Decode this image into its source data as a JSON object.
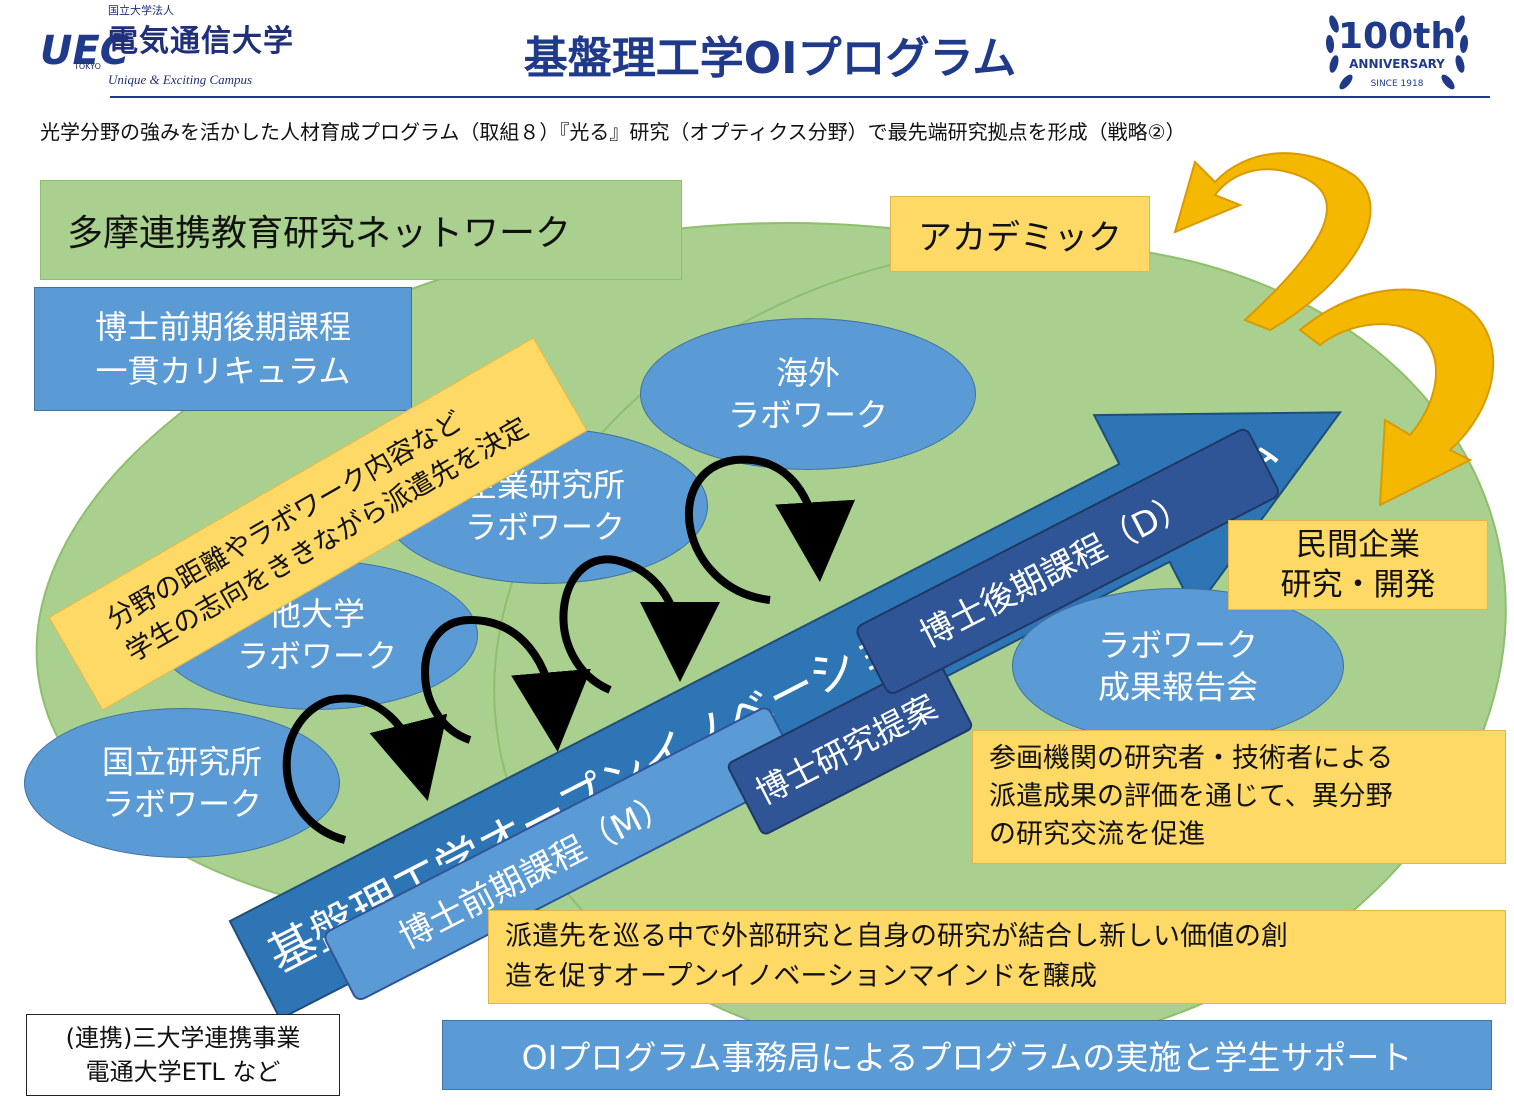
{
  "header": {
    "logo_uec": "UEC",
    "logo_tokyo": "TOKYO",
    "logo_corporation": "国立大学法人",
    "logo_university": "電気通信大学",
    "logo_tagline": "Unique & Exciting Campus",
    "title": "基盤理工学OIプログラム",
    "anniversary_number": "100th",
    "anniversary_label": "ANNIVERSARY",
    "anniversary_since": "SINCE 1918"
  },
  "subtitle": "光学分野の強みを活かした人材育成プログラム（取組８）『光る』研究（オプティクス分野）で最先端研究拠点を形成（戦略②）",
  "network_box": "多摩連携教育研究ネットワーク",
  "curriculum_box": {
    "line1": "博士前期後期課程",
    "line2": "一貫カリキュラム"
  },
  "decision_box": {
    "line1": "分野の距離やラボワーク内容など",
    "line2": "学生の志向をききながら派遣先を決定"
  },
  "labwork_ovals": {
    "overseas": {
      "line1": "海外",
      "line2": "ラボワーク"
    },
    "company": {
      "line1": "企業研究所",
      "line2": "ラボワーク"
    },
    "other_univ": {
      "line1": "他大学",
      "line2": "ラボワーク"
    },
    "national": {
      "line1": "国立研究所",
      "line2": "ラボワーク"
    },
    "report": {
      "line1": "ラボワーク",
      "line2": "成果報告会"
    }
  },
  "big_arrow": {
    "line1": "基盤理工学オープンイノベーション（OI）プログラム"
  },
  "stages": {
    "master": "博士前期課程（M）",
    "proposal": "博士研究提案",
    "doctor": "博士後期課程（D）"
  },
  "academic_box": "アカデミック",
  "private_box": {
    "line1": "民間企業",
    "line2": "研究・開発"
  },
  "evaluation_box": {
    "line1": "参画機関の研究者・技術者による",
    "line2": "派遣成果の評価を通じて、異分野",
    "line3": "の研究交流を促進"
  },
  "mindset_box": {
    "line1": "派遣先を巡る中で外部研究と自身の研究が結合し新しい価値の創",
    "line2": "造を促すオープンイノベーションマインドを醸成"
  },
  "office_box": "OIプログラム事務局によるプログラムの実施と学生サポート",
  "partner_box": {
    "line1": "(連携)三大学連携事業",
    "line2": "電通大学ETL など"
  },
  "colors": {
    "brand_navy": "#1f3a8a",
    "ellipse_green": "#a9d08e",
    "box_blue": "#5b9bd5",
    "arrow_blue": "#2e75b6",
    "stage_navy": "#2f5597",
    "note_yellow": "#ffd966",
    "curve_gold": "#f4b800"
  }
}
